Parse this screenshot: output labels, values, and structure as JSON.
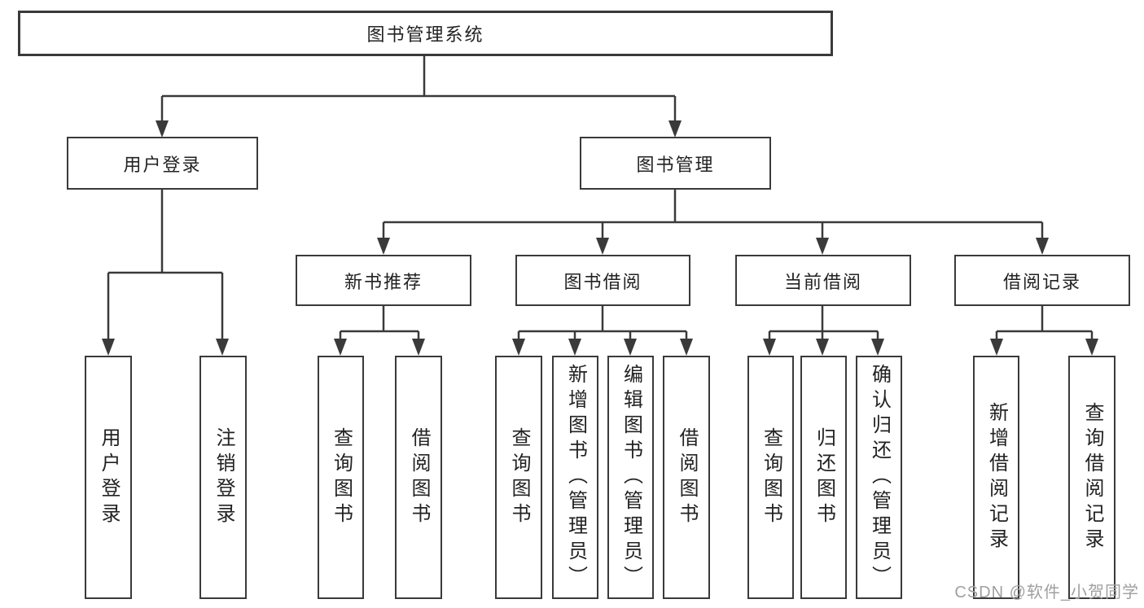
{
  "diagram": {
    "root": {
      "label": "图书管理系统"
    },
    "level2": [
      {
        "label": "用户登录"
      },
      {
        "label": "图书管理"
      }
    ],
    "level3": [
      {
        "label": "新书推荐"
      },
      {
        "label": "图书借阅"
      },
      {
        "label": "当前借阅"
      },
      {
        "label": "借阅记录"
      }
    ],
    "leaves": [
      {
        "label": "用户登录"
      },
      {
        "label": "注销登录"
      },
      {
        "label": "查询图书"
      },
      {
        "label": "借阅图书"
      },
      {
        "label": "查询图书"
      },
      {
        "label": "新增图书（管理员）"
      },
      {
        "label": "编辑图书（管理员）"
      },
      {
        "label": "借阅图书"
      },
      {
        "label": "查询图书"
      },
      {
        "label": "归还图书"
      },
      {
        "label": "确认归还（管理员）"
      },
      {
        "label": "新增借阅记录"
      },
      {
        "label": "查询借阅记录"
      }
    ]
  },
  "watermark": {
    "text": "CSDN @软件_小贺同学"
  },
  "colors": {
    "line": "#3a3a3a",
    "text": "#222222",
    "watermark": "#a0a0a0",
    "background": "#ffffff"
  }
}
